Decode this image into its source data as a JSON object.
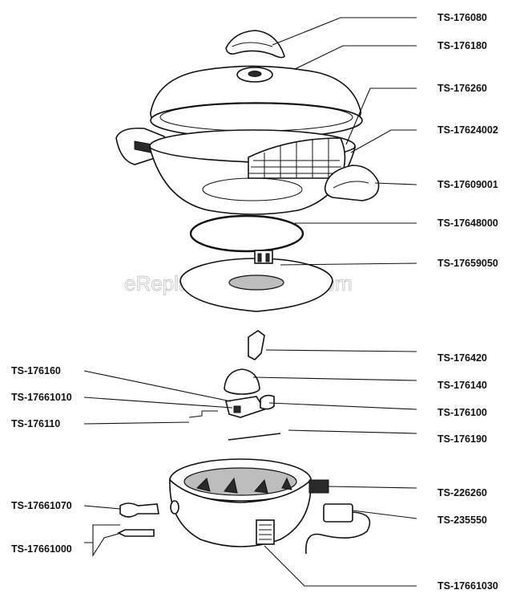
{
  "watermark": "eReplacementParts.com",
  "parts_right": [
    "TS-176080",
    "TS-176180",
    "TS-176260",
    "TS-17624002",
    "TS-17609001",
    "TS-17648000",
    "TS-17659050",
    "TS-176420",
    "TS-176140",
    "TS-176100",
    "TS-176190",
    "TS-226260",
    "TS-235550",
    "TS-17661030"
  ],
  "parts_left": [
    "TS-176160",
    "TS-17661010",
    "TS-176110",
    "TS-17661070",
    "TS-17661000"
  ]
}
